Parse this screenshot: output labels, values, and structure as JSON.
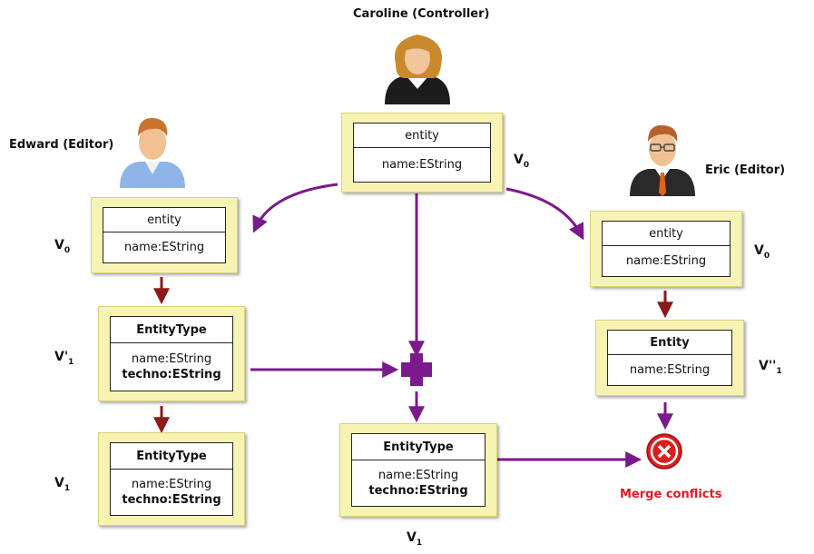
{
  "people": {
    "controller": "Caroline (Controller)",
    "editor_left": "Edward (Editor)",
    "editor_right": "Eric (Editor)"
  },
  "models": {
    "caroline_v0": {
      "header": "entity",
      "attrs": [
        "name:EString"
      ]
    },
    "edward_v0": {
      "header": "entity",
      "attrs": [
        "name:EString"
      ]
    },
    "edward_v1p": {
      "header": "EntityType",
      "attrs": [
        "name:EString",
        "techno:EString"
      ]
    },
    "edward_v1": {
      "header": "EntityType",
      "attrs": [
        "name:EString",
        "techno:EString"
      ]
    },
    "merged_v1": {
      "header": "EntityType",
      "attrs": [
        "name:EString",
        "techno:EString"
      ]
    },
    "eric_v0": {
      "header": "entity",
      "attrs": [
        "name:EString"
      ]
    },
    "eric_v1pp": {
      "header": "Entity",
      "attrs": [
        "name:EString"
      ]
    }
  },
  "versions": {
    "caroline_v0": "V",
    "caroline_v0_sub": "0",
    "edward_v0": "V",
    "edward_v0_sub": "0",
    "edward_v1p": "V'",
    "edward_v1p_sub": "1",
    "edward_v1": "V",
    "edward_v1_sub": "1",
    "merged_v1": "V",
    "merged_v1_sub": "1",
    "eric_v0": "V",
    "eric_v0_sub": "0",
    "eric_v1pp": "V''",
    "eric_v1pp_sub": "1"
  },
  "conflict": {
    "label": "Merge conflicts"
  },
  "colors": {
    "panel": "#f7f3b3",
    "purple_arrow": "#7b1a8c",
    "red_arrow": "#8b1a1a",
    "conflict_red": "#e01b24"
  }
}
